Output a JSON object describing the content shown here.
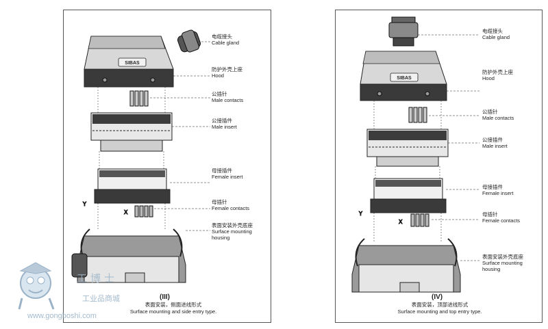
{
  "left": {
    "labels": [
      {
        "cn": "电缆接头",
        "en": "Cable gland"
      },
      {
        "cn": "防护外壳上座",
        "en": "Hood"
      },
      {
        "cn": "公插针",
        "en": "Male contacts"
      },
      {
        "cn": "公接插件",
        "en": "Male insert"
      },
      {
        "cn": "母接插件",
        "en": "Female insert"
      },
      {
        "cn": "母插针",
        "en": "Female contacts"
      },
      {
        "cn": "表面安装外壳底座",
        "en": "Surface mounting housing"
      }
    ],
    "numeral": "(III)",
    "caption_cn": "表面安装，侧面进线形式",
    "caption_en": "Surface mounting and side entry type.",
    "hood_logo": "SIBAS"
  },
  "right": {
    "labels": [
      {
        "cn": "电缆接头",
        "en": "Cable gland"
      },
      {
        "cn": "防护外壳上座",
        "en": "Hood"
      },
      {
        "cn": "公插针",
        "en": "Male  contacts"
      },
      {
        "cn": "公接插件",
        "en": "Male insert"
      },
      {
        "cn": "母接插件",
        "en": "Female insert"
      },
      {
        "cn": "母插针",
        "en": "Female  contacts"
      },
      {
        "cn": "表面安装外壳底座",
        "en": "Surface mounting housing"
      }
    ],
    "numeral": "(IV)",
    "caption_cn": "表面安装，顶部进线形式",
    "caption_en": "Surface mounting and top entry type.",
    "hood_logo": "SIBAS"
  },
  "watermark": {
    "brand_cn": "工博士",
    "shop": "工业品商城",
    "url": "www.gongboshi.com"
  },
  "colors": {
    "line": "#333333",
    "dark": "#2b2b2b",
    "mid": "#8c8c8c",
    "light": "#e0e0e0",
    "watermark": "#9ab3c8"
  }
}
